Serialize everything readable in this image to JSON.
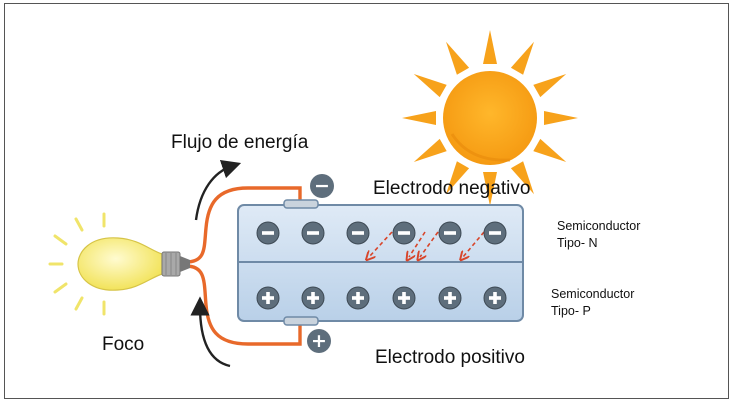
{
  "labels": {
    "energy_flow": "Flujo de energía",
    "negative_electrode": "Electrodo negativo",
    "positive_electrode": "Electrodo positivo",
    "bulb": "Foco",
    "n_type_line1": "Semiconductor",
    "n_type_line2": "Tipo- N",
    "p_type_line1": "Semiconductor",
    "p_type_line2": "Tipo- P"
  },
  "signs": {
    "negative": "−",
    "positive": "+"
  },
  "colors": {
    "sun": "#f7a21b",
    "wire": "#e8692a",
    "cell": "#c9dcee",
    "cell_border": "#6f8aa6",
    "particle": "#5e6e7c",
    "electron_path": "#d8452a",
    "bulb": "#f6ee7a"
  },
  "icons": [
    "sun-icon",
    "lightbulb-icon",
    "solar-cell",
    "negative-charge-icon",
    "positive-charge-icon"
  ]
}
